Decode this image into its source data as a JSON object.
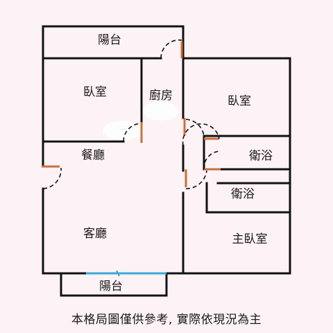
{
  "rooms": {
    "balcony_top": "陽台",
    "bedroom_left": "臥室",
    "kitchen": "廚房",
    "bedroom_right": "臥室",
    "dining": "餐廳",
    "bath_upper": "衛浴",
    "bath_lower": "衛浴",
    "living": "客廳",
    "master_bedroom": "主臥室",
    "balcony_bottom": "陽台"
  },
  "note": "本格局圖僅供參考, 實際依現況為主",
  "colors": {
    "background": "#fdf2f5",
    "wall": "#111111",
    "door": "#c8703a",
    "window": "#3aa8d8",
    "swing": "#111111"
  }
}
